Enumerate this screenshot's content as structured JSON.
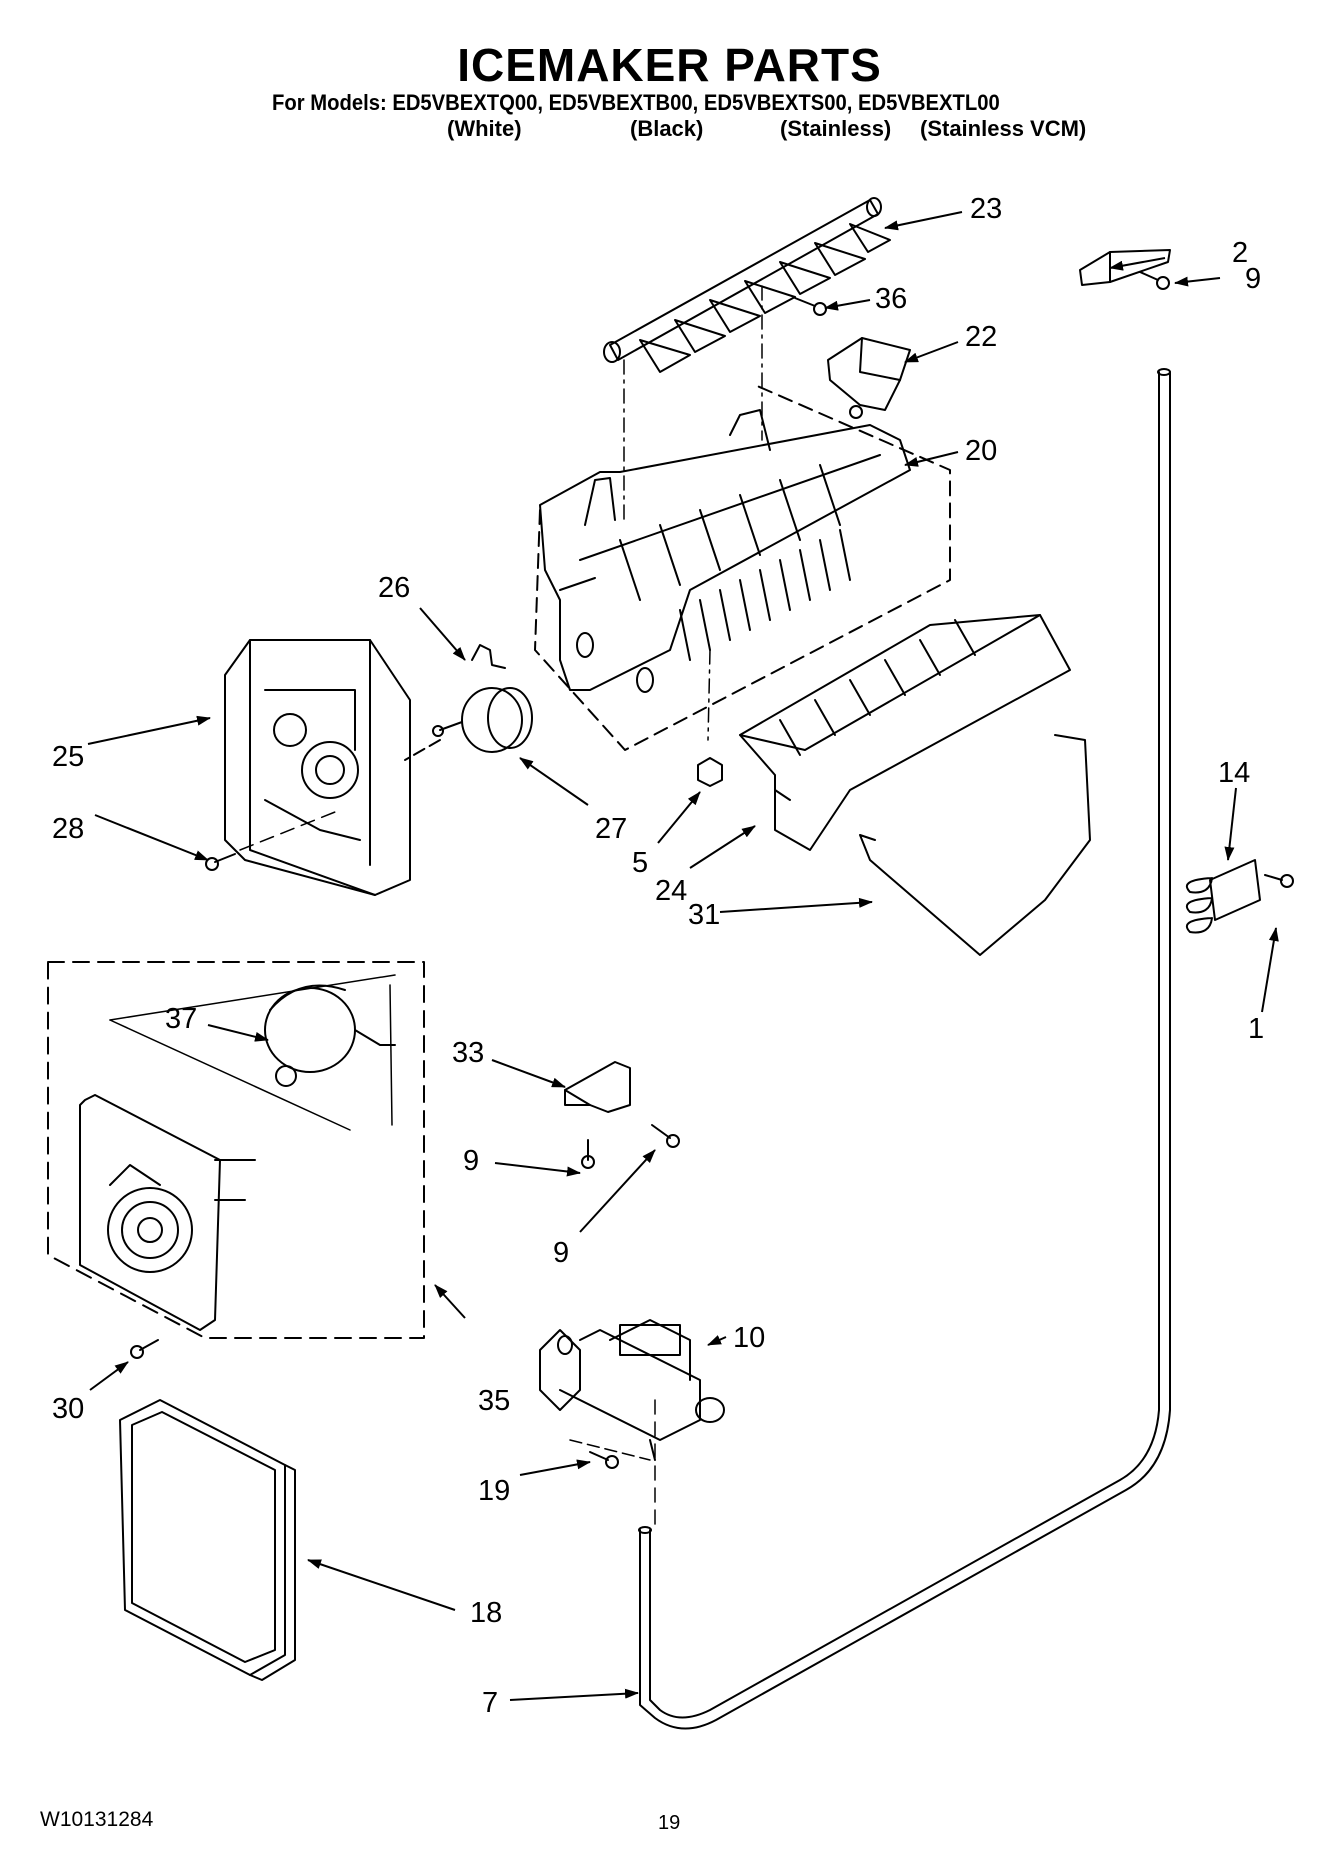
{
  "header": {
    "title": "ICEMAKER PARTS",
    "models_line": "For Models: ED5VBEXTQ00, ED5VBEXTB00, ED5VBEXTS00, ED5VBEXTL00",
    "colors": [
      "(White)",
      "(Black)",
      "(Stainless)",
      "(Stainless VCM)"
    ]
  },
  "footer": {
    "doc_number": "W10131284",
    "page_number": "19"
  },
  "callouts": {
    "c1": "1",
    "c2": "2",
    "c5": "5",
    "c7": "7",
    "c9a": "9",
    "c9b": "9",
    "c9c": "9",
    "c10": "10",
    "c14": "14",
    "c18": "18",
    "c19": "19",
    "c20": "20",
    "c22": "22",
    "c23": "23",
    "c24": "24",
    "c25": "25",
    "c26": "26",
    "c27": "27",
    "c28": "28",
    "c30": "30",
    "c31": "31",
    "c33": "33",
    "c35": "35",
    "c36": "36",
    "c37": "37"
  }
}
